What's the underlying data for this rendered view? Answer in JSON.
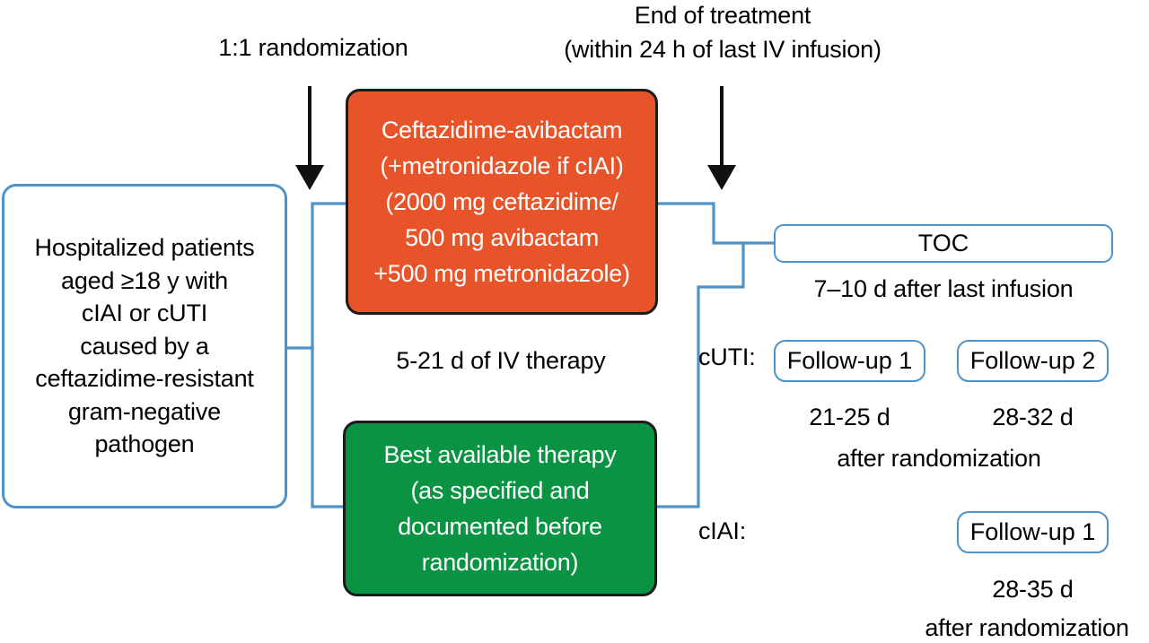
{
  "diagram": {
    "title": "Randomized controlled trial design flow",
    "colors": {
      "arm_ceftazidime_fill": "#e8542a",
      "arm_best_available_fill": "#0b9344",
      "arm_border": "#1b1b1b",
      "box_border_blue": "#4d93c9",
      "connector_blue": "#4d93c9",
      "arrow_black": "#111111",
      "text_dark": "#000000",
      "text_light": "#ffffff",
      "background": "#ffffff"
    }
  },
  "annotations": {
    "randomization": "1:1 randomization",
    "end_of_treatment_line1": "End of treatment",
    "end_of_treatment_line2": "(within 24 h of last IV infusion)",
    "iv_duration": "5-21 d of IV therapy"
  },
  "eligibility": {
    "lines": [
      "Hospitalized patients",
      "aged ≥18 y with",
      "cIAI or cUTI",
      "caused by a",
      "ceftazidime-resistant",
      "gram-negative",
      "pathogen"
    ]
  },
  "arms": [
    {
      "id": "ceftazidime-avibactam",
      "lines": [
        "Ceftazidime-avibactam",
        "(+metronidazole if cIAI)",
        "(2000 mg ceftazidime/",
        "500 mg avibactam",
        "+500 mg metronidazole)"
      ]
    },
    {
      "id": "best-available-therapy",
      "lines": [
        "Best available therapy",
        "(as specified and",
        "documented before",
        "randomization)"
      ]
    }
  ],
  "visits": {
    "toc": {
      "label": "TOC",
      "timing": "7–10 d after last infusion"
    },
    "cuti": {
      "label": "cUTI:",
      "followups": [
        {
          "label": "Follow-up 1",
          "timing": "21-25 d"
        },
        {
          "label": "Follow-up 2",
          "timing": "28-32 d"
        }
      ],
      "timing_suffix": "after randomization"
    },
    "ciai": {
      "label": "cIAI:",
      "followups": [
        {
          "label": "Follow-up 1",
          "timing": "28-35 d"
        }
      ],
      "timing_suffix": "after randomization"
    }
  }
}
